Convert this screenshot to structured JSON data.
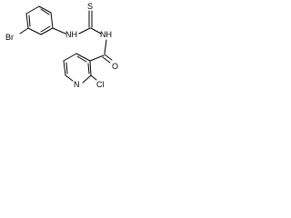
{
  "structure": {
    "atoms": {
      "bromine": "Br",
      "thio_sulfur": "S",
      "amine_nh_left": "NH",
      "amine_nh_right": "NH",
      "carbonyl_oxygen": "O",
      "pyridine_nitrogen": "N",
      "chlorine": "Cl"
    }
  }
}
